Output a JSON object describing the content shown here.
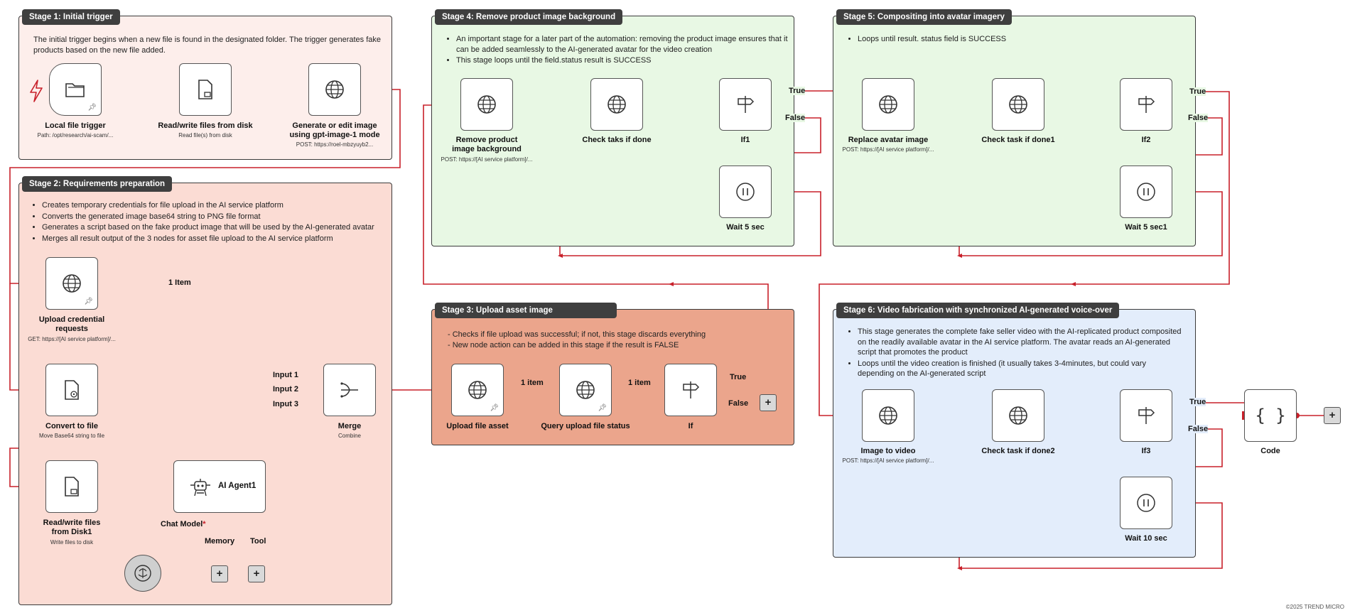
{
  "colors": {
    "wire": "#c8202a",
    "stage1": "#fdeeeb",
    "stage2": "#fbdcd4",
    "stage3": "#eba58c",
    "stage4": "#e8f8e4",
    "stage5": "#e8f8e4",
    "stage6": "#e3edfb",
    "title_bg": "#3f3f3f"
  },
  "stage1": {
    "title": "Stage 1: Initial trigger",
    "desc": "The initial trigger begins when a new file is found in the designated folder. The trigger generates fake products based on the new file added."
  },
  "stage2": {
    "title": "Stage 2: Requirements preparation",
    "bullets": [
      "Creates temporary credentials for file upload in the AI service platform",
      "Converts the generated image base64 string to PNG file format",
      "Generates a script based on the fake product image that will be used by the AI-generated avatar",
      "Merges all result output of the 3 nodes for asset file upload to the AI service platform"
    ]
  },
  "stage3": {
    "title": "Stage 3: Upload asset image",
    "lines": [
      "- Checks if file upload was successful; if not, this stage discards everything",
      "- New node action can be added in this stage if the result is FALSE"
    ]
  },
  "stage4": {
    "title": "Stage 4: Remove product image background",
    "bullets": [
      "An important stage for a later part of the automation: removing the product image ensures that it can be added seamlessly to the AI-generated avatar for the video creation",
      "This stage loops until the field.status result is SUCCESS"
    ]
  },
  "stage5": {
    "title": "Stage 5: Compositing into avatar imagery",
    "bullets": [
      "Loops until result. status field is SUCCESS"
    ]
  },
  "stage6": {
    "title": "Stage 6: Video fabrication with synchronized AI-generated voice-over",
    "bullets": [
      "This stage generates the complete fake seller video with the AI-replicated product composited on the readily available avatar in the AI service platform. The avatar reads an AI-generated script that promotes the product",
      "Loops until the video creation is finished (it usually takes 3-4minutes, but could vary depending on the AI-generated script"
    ]
  },
  "nodes": {
    "local_trigger": {
      "label": "Local file trigger",
      "sub": "Path: /opt/research/ai-scam/...",
      "icon": "folder-icon"
    },
    "rw_files": {
      "label": "Read/write files from disk",
      "sub": "Read file(s) from disk",
      "icon": "file-icon"
    },
    "gen_image": {
      "label1": "Generate or edit image",
      "label2": "using gpt-image-1 mode",
      "sub": "POST: https://roel-mbzyuyb2...",
      "icon": "globe-icon"
    },
    "upload_cred": {
      "label1": "Upload credential",
      "label2": "requests",
      "sub": "GET: https://[AI service platform]/...",
      "icon": "globe-icon"
    },
    "convert": {
      "label": "Convert to file",
      "sub": "Move Base64 string to file",
      "icon": "file-plus-icon"
    },
    "rw_files1": {
      "label1": "Read/write files",
      "label2": "from Disk1",
      "sub": "Write files to disk",
      "icon": "file-icon"
    },
    "agent": {
      "label": "AI Agent1",
      "chat_model": "Chat Model",
      "required": "*",
      "memory": "Memory",
      "tool": "Tool",
      "icon": "robot-icon"
    },
    "merge": {
      "label": "Merge",
      "sub": "Combine",
      "icon": "merge-icon"
    },
    "upload_asset": {
      "label": "Upload file asset",
      "icon": "globe-icon"
    },
    "query_status": {
      "label": "Query upload file status",
      "icon": "globe-icon"
    },
    "if": {
      "label": "If",
      "icon": "signpost-icon"
    },
    "remove_bg": {
      "label1": "Remove product",
      "label2": "image background",
      "sub": "POST: https://[AI service platform]/...",
      "icon": "globe-icon"
    },
    "check_taks": {
      "label": "Check taks if done",
      "icon": "globe-icon"
    },
    "if1": {
      "label": "If1",
      "icon": "signpost-icon"
    },
    "wait5": {
      "label": "Wait 5 sec",
      "icon": "pause-icon"
    },
    "replace_avatar": {
      "label": "Replace avatar image",
      "sub": "POST: https://[AI service platform]/...",
      "icon": "globe-icon"
    },
    "check_task1": {
      "label": "Check task if done1",
      "icon": "globe-icon"
    },
    "if2": {
      "label": "If2",
      "icon": "signpost-icon"
    },
    "wait51": {
      "label": "Wait 5 sec1",
      "icon": "pause-icon"
    },
    "img_video": {
      "label": "Image to video",
      "sub": "POST: https://[AI service platform]/...",
      "icon": "globe-icon"
    },
    "check_task2": {
      "label": "Check task if done2",
      "icon": "globe-icon"
    },
    "if3": {
      "label": "If3",
      "icon": "signpost-icon"
    },
    "wait10": {
      "label": "Wait 10 sec",
      "icon": "pause-icon"
    },
    "code": {
      "label": "Code",
      "icon": "braces-icon"
    }
  },
  "edge_labels": {
    "one_item": "1 Item",
    "one_item_lc": "1 item",
    "input1": "Input 1",
    "input2": "Input 2",
    "input3": "Input 3",
    "true": "True",
    "false": "False"
  },
  "plus": "+",
  "copyright": "©2025 TREND MICRO"
}
